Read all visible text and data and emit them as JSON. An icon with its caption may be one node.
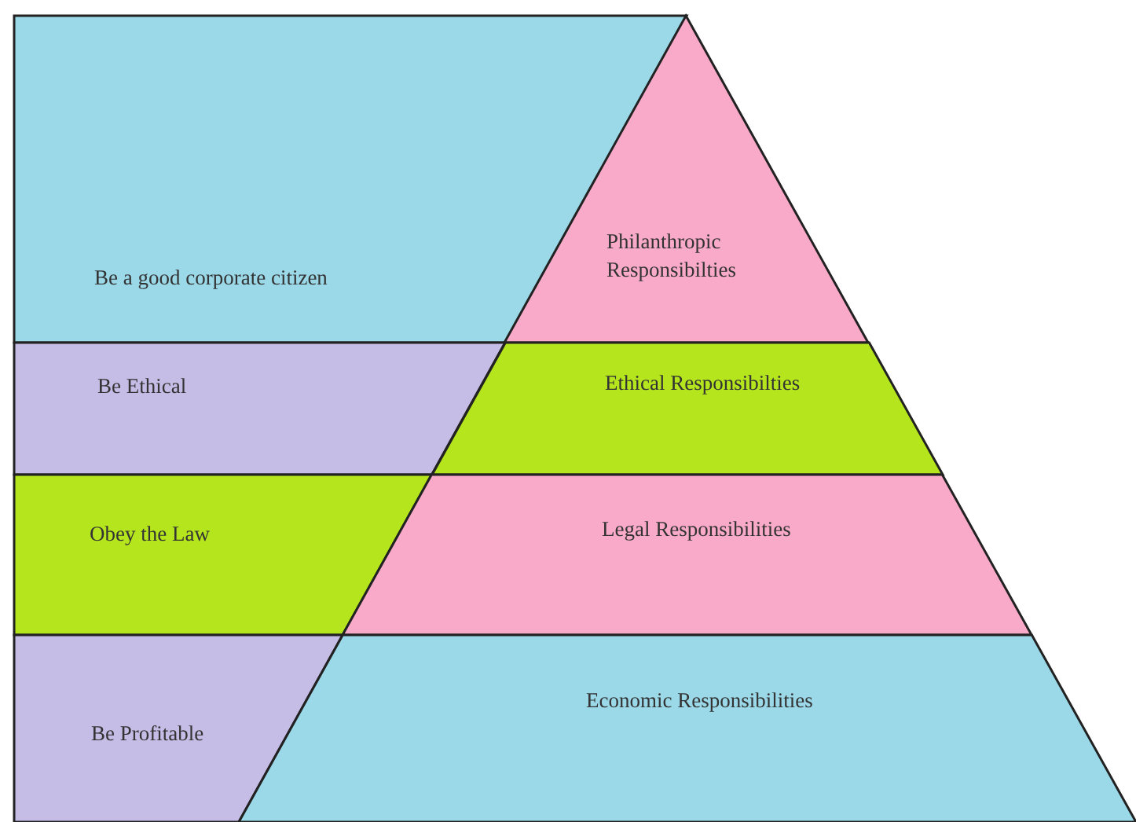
{
  "diagram": {
    "nodes": [
      {
        "text": [
          "Be a good corporate citizen"
        ]
      },
      {
        "text": [
          "Philanthropic Responsibilties"
        ]
      },
      {
        "text": [
          "Be Ethical"
        ]
      },
      {
        "text": [
          "Ethical Responsibilties"
        ]
      },
      {
        "text": [
          "Obey the Law"
        ]
      },
      {
        "text": [
          "Legal Responsibilities"
        ]
      },
      {
        "text": [
          "Be Profitable"
        ]
      },
      {
        "text": [
          "Economic Responsibilities"
        ]
      }
    ]
  }
}
